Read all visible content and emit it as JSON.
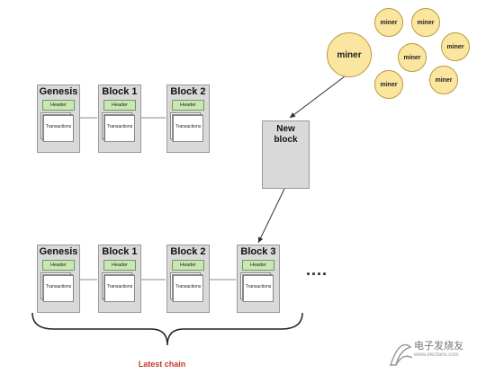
{
  "top_chain": {
    "blocks": [
      {
        "title": "Genesis",
        "header": "Header",
        "transactions": "Transactions"
      },
      {
        "title": "Block 1",
        "header": "Header",
        "transactions": "Transactions"
      },
      {
        "title": "Block 2",
        "header": "Header",
        "transactions": "Transactions"
      }
    ]
  },
  "new_block": {
    "title_line1": "New",
    "title_line2": "block"
  },
  "miners": {
    "main": "miner",
    "others": [
      "miner",
      "miner",
      "miner",
      "miner",
      "miner",
      "miner"
    ]
  },
  "bottom_chain": {
    "blocks": [
      {
        "title": "Genesis",
        "header": "Header",
        "transactions": "Transactions"
      },
      {
        "title": "Block 1",
        "header": "Header",
        "transactions": "Transactions"
      },
      {
        "title": "Block 2",
        "header": "Header",
        "transactions": "Transactions"
      },
      {
        "title": "Block 3",
        "header": "Header",
        "transactions": "Transactions"
      }
    ],
    "ellipsis": "....",
    "caption": "Latest chain"
  },
  "watermark": {
    "text": "电子发烧友",
    "url": "www.elecfans.com"
  },
  "colors": {
    "block_fill": "#d9d9d9",
    "header_fill": "#c9e6b4",
    "miner_fill": "#fbe6a0",
    "caption": "#c0392b"
  }
}
